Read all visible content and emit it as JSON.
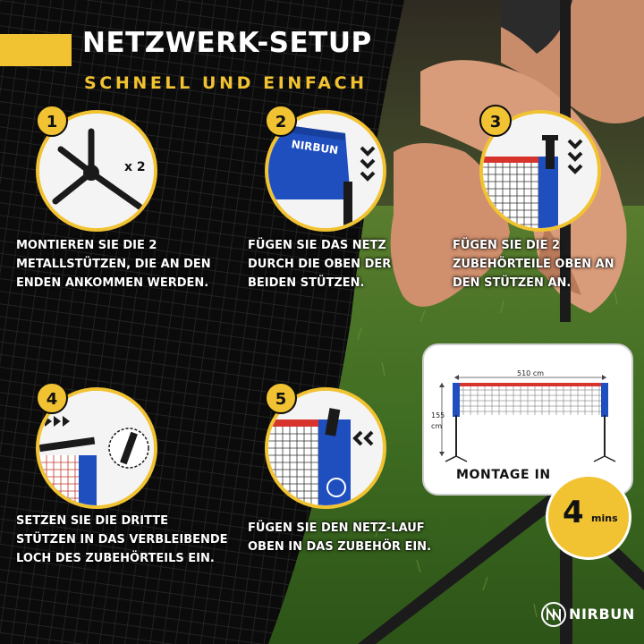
{
  "header": {
    "title": "NETZWERK-SETUP",
    "subtitle": "SCHNELL UND EINFACH"
  },
  "steps": [
    {
      "number": "1",
      "multiplier": "x 2",
      "text": "MONTIEREN SIE DIE 2 METALLSTÜTZEN, DIE AN DEN ENDEN ANKOMMEN WERDEN."
    },
    {
      "number": "2",
      "brand": "NIRBUN",
      "text": "FÜGEN SIE DAS NETZ DURCH DIE OBEN DER BEIDEN STÜTZEN."
    },
    {
      "number": "3",
      "text": "FÜGEN SIE DIE 2 ZUBEHÖRTEILE OBEN AN DEN STÜTZEN AN."
    },
    {
      "number": "4",
      "text": "SETZEN SIE DIE DRITTE STÜTZEN IN DAS VERBLEIBENDE LOCH DES ZUBEHÖRTEILS EIN."
    },
    {
      "number": "5",
      "text": "FÜGEN SIE DEN NETZ-LAUF OBEN IN DAS ZUBEHÖR EIN."
    }
  ],
  "dimensions": {
    "width_label": "510 cm",
    "height_label": "155",
    "height_unit": "cm"
  },
  "montage": {
    "label": "MONTAGE IN",
    "time_number": "4",
    "time_unit": "mins"
  },
  "brand": {
    "logo_text": "NIRBUN"
  },
  "colors": {
    "accent": "#f1c232",
    "background": "#0b0b0b",
    "net_blue": "#1f4fbf",
    "net_red": "#d6342c",
    "grass": "#3f6d22"
  }
}
